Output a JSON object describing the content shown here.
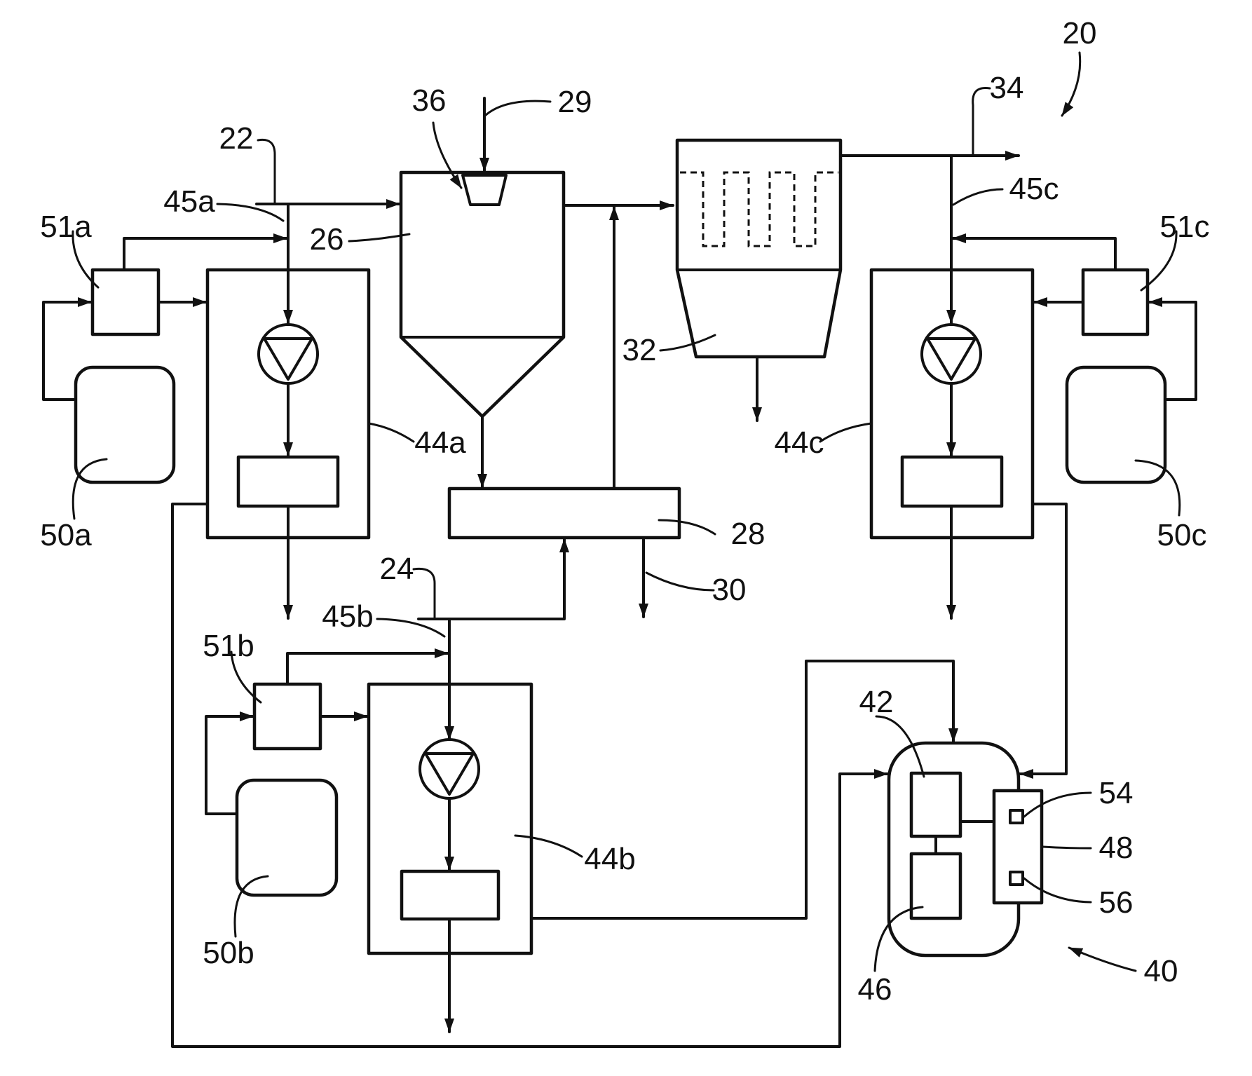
{
  "figure": {
    "labels": {
      "system": "20",
      "inlet_first": "22",
      "inlet_second": "24",
      "dryer": "26",
      "mixer": "28",
      "feed": "29",
      "mixer_out": "30",
      "separator": "32",
      "outlet": "34",
      "atomizer": "36",
      "controller": "40",
      "processor": "42",
      "sensor_a": "44a",
      "sensor_b": "44b",
      "sensor_c": "44c",
      "sample_a": "45a",
      "sample_b": "45b",
      "sample_c": "45c",
      "memory": "46",
      "interface": "48",
      "reservoir_a": "50a",
      "reservoir_b": "50b",
      "reservoir_c": "50c",
      "valve_a": "51a",
      "valve_b": "51b",
      "valve_c": "51c",
      "input_element": "54",
      "output_element": "56"
    }
  }
}
